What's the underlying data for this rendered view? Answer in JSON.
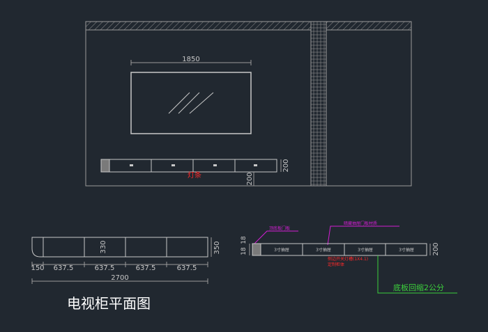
{
  "colors": {
    "background": "#212830",
    "line": "#c8c8c8",
    "red": "#ff2a2a",
    "magenta": "#d21ed2",
    "green": "#3ccf3c",
    "white": "#ffffff"
  },
  "elevation": {
    "tv_width_dim": "1850",
    "cabinet_label": "灯条",
    "cabinet_height_dim": "200",
    "floor_gap_dim": "200"
  },
  "plan": {
    "title": "电视柜平面图",
    "depth_inner_dim": "330",
    "depth_outer_dim": "350",
    "dims": [
      "150",
      "637.5",
      "637.5",
      "637.5",
      "637.5"
    ],
    "total_dim": "2700"
  },
  "section": {
    "label_magenta_1": "顶底板门板",
    "label_magenta_2": "暗藏抽屉门板材质",
    "left_dims": [
      "18",
      "18"
    ],
    "drawer_labels": [
      "3寸抽屉",
      "3寸抽屉",
      "3寸抽屉",
      "3寸抽屉"
    ],
    "red_note_1": "侧边开关灯槽(1X4.1)",
    "red_note_2": "定制柜体",
    "height_dim": "200",
    "green_note": "底板回缩2公分"
  }
}
